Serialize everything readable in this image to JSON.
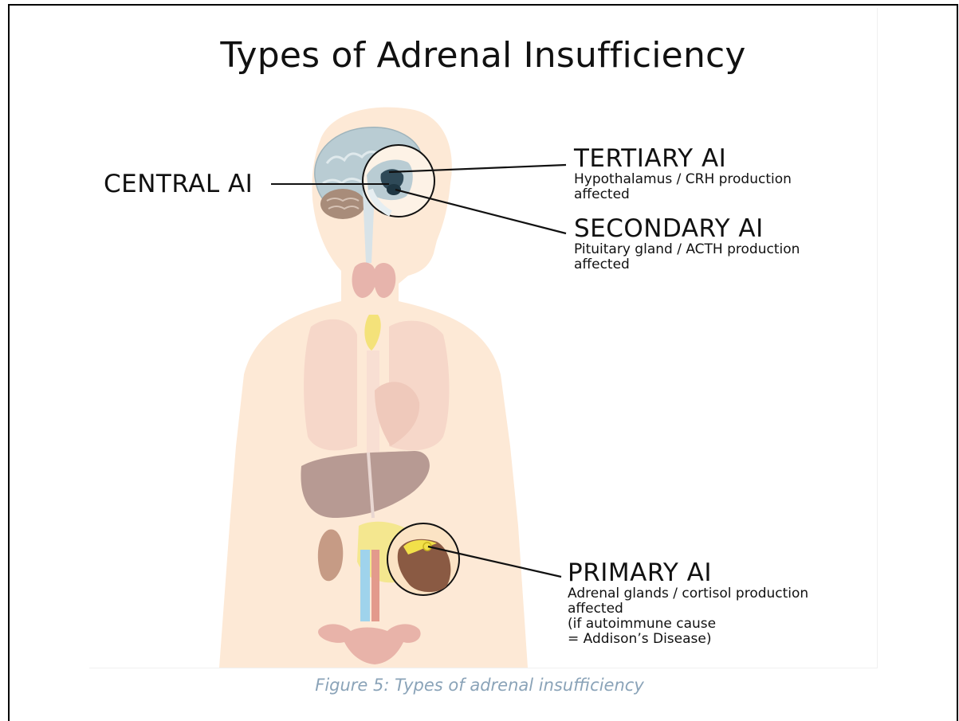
{
  "title": "Types of Adrenal Insufficiency",
  "labels": {
    "central": {
      "head": "CENTRAL AI"
    },
    "tertiary": {
      "head": "TERTIARY AI",
      "desc": [
        "Hypothalamus / CRH production",
        "affected"
      ]
    },
    "secondary": {
      "head": "SECONDARY AI",
      "desc": [
        "Pituitary gland / ACTH production",
        "affected"
      ]
    },
    "primary": {
      "head": "PRIMARY AI",
      "desc": [
        "Adrenal glands / cortisol production",
        "affected",
        "(if autoimmune cause",
        "= Addison’s Disease)"
      ]
    }
  },
  "caption": "Figure 5: Types of adrenal insufficiency",
  "colors": {
    "skin": "#fde9d6",
    "brain": "#b9ccd3",
    "cerebellum": "#a88c7a",
    "thyroid": "#e7b4ac",
    "liver": "#b79a93",
    "adrenal": "#f2e04a",
    "caption": "#8aa3b8"
  }
}
